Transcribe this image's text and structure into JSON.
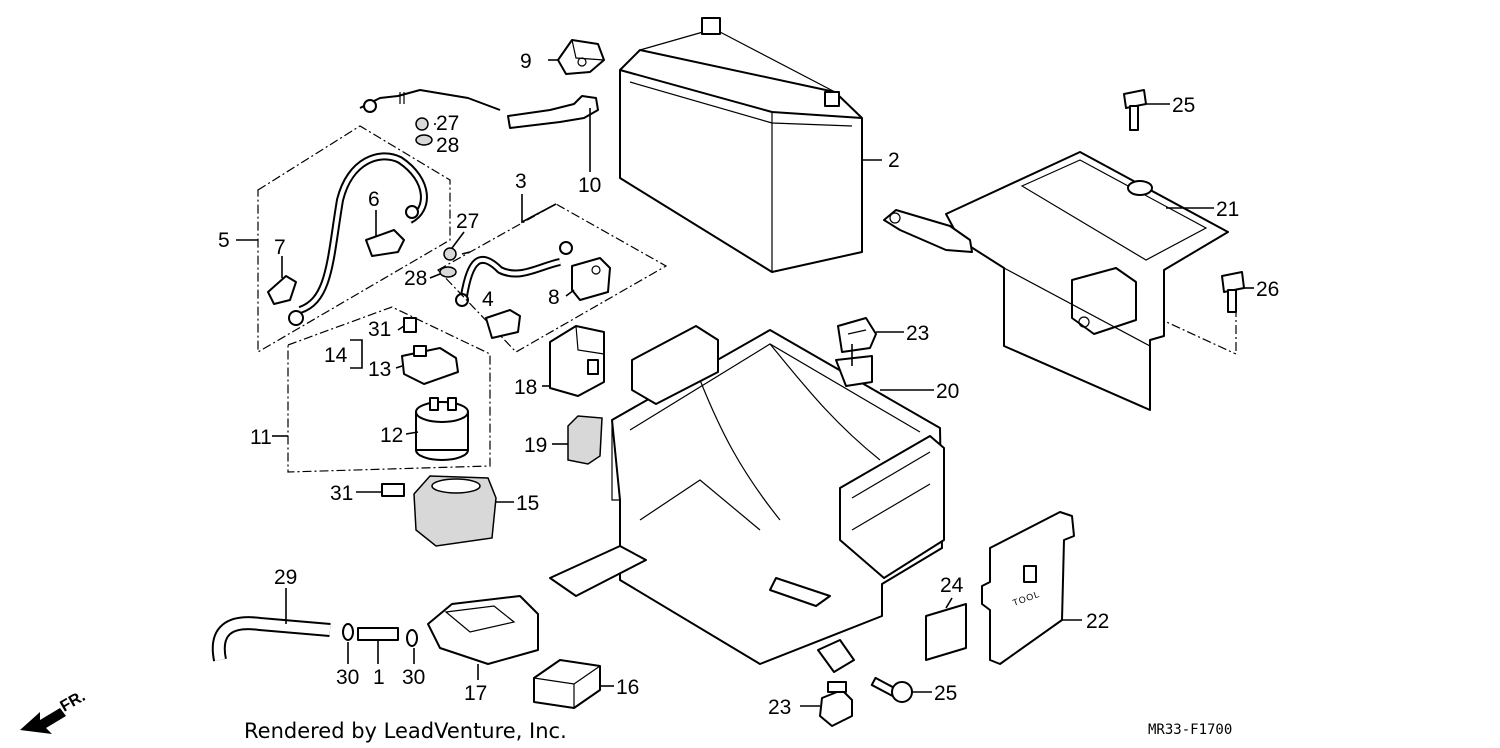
{
  "callouts": {
    "c1": "1",
    "c2": "2",
    "c3": "3",
    "c4": "4",
    "c5": "5",
    "c6": "6",
    "c7": "7",
    "c8": "8",
    "c9": "9",
    "c10": "10",
    "c11": "11",
    "c12": "12",
    "c13": "13",
    "c14": "14",
    "c15": "15",
    "c16": "16",
    "c17": "17",
    "c18": "18",
    "c19": "19",
    "c20": "20",
    "c21": "21",
    "c22": "22",
    "c23a": "23",
    "c23b": "23",
    "c24": "24",
    "c25a": "25",
    "c25b": "25",
    "c26": "26",
    "c27a": "27",
    "c27b": "27",
    "c28a": "28",
    "c28b": "28",
    "c29": "29",
    "c30a": "30",
    "c30b": "30",
    "c31a": "31",
    "c31b": "31"
  },
  "footer": {
    "credit": "Rendered by LeadVenture, Inc.",
    "diagram_code": "MR33-F1700"
  },
  "direction": {
    "label": "FR."
  },
  "cover_text": {
    "tool": "TOOL"
  }
}
